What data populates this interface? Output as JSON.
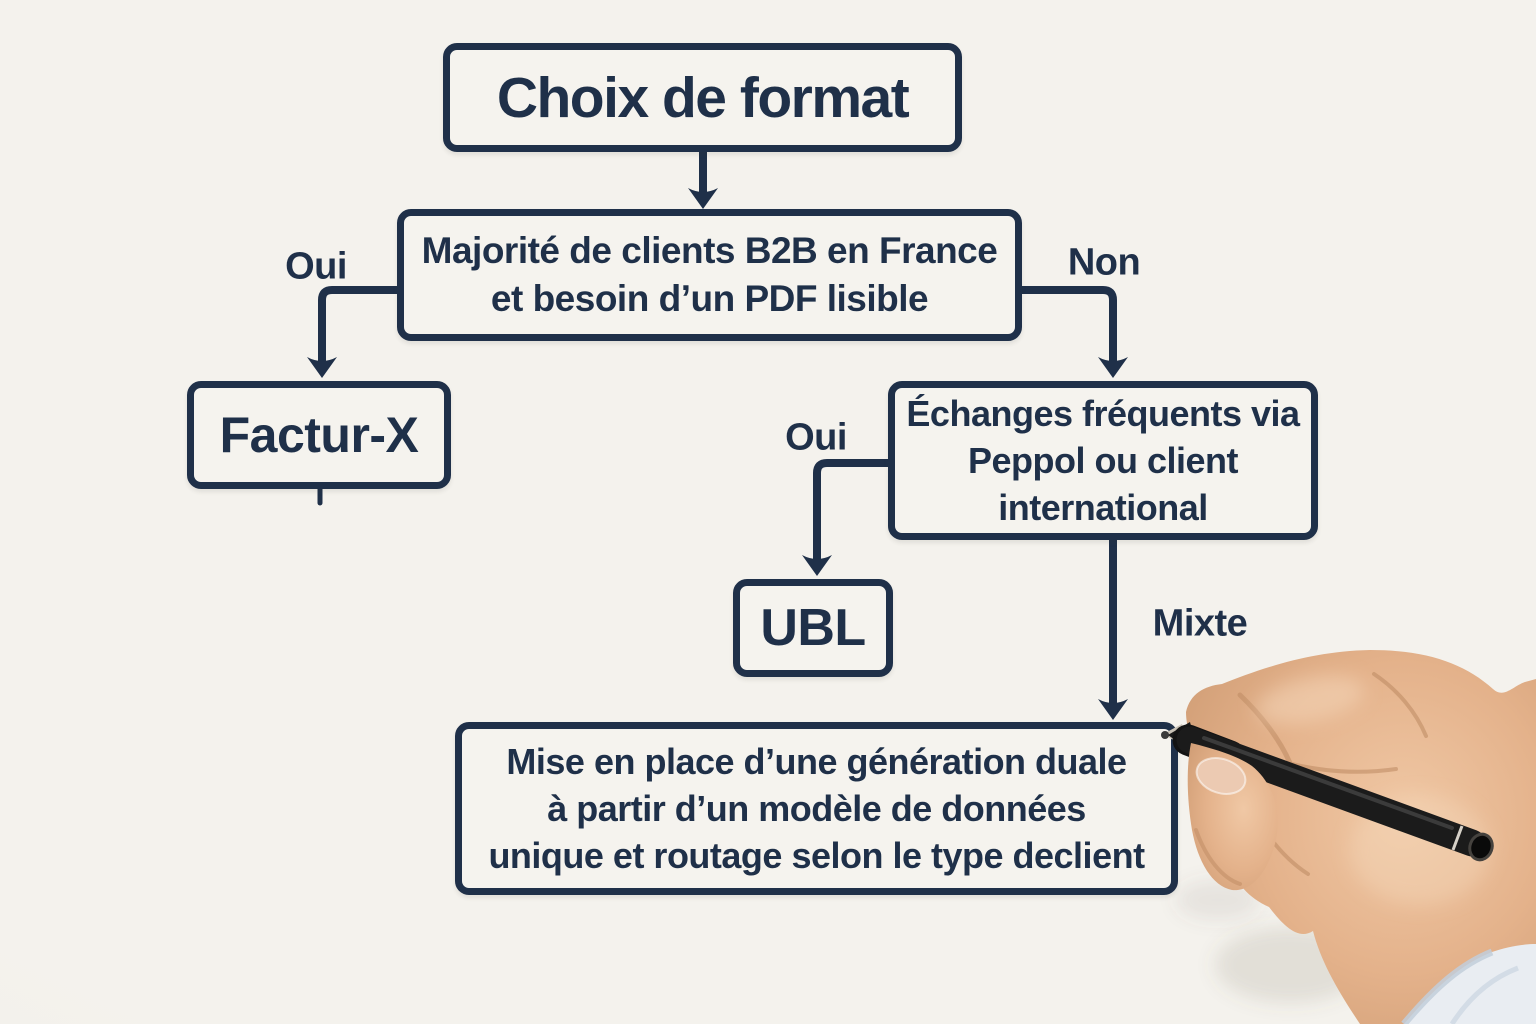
{
  "flowchart": {
    "nodes": {
      "root": {
        "label": "Choix de format"
      },
      "q1": {
        "lines": [
          "Majorité de clients B2B en France",
          "et besoin d’un PDF lisible"
        ]
      },
      "facturx": {
        "label": "Factur-X"
      },
      "q2": {
        "lines": [
          "Échanges fréquents via",
          "Peppol ou client",
          "international"
        ]
      },
      "ubl": {
        "label": "UBL"
      },
      "dual": {
        "lines": [
          "Mise en place d’une génération duale",
          "à partir d’un modèle de données",
          "unique et routage selon le type declient"
        ]
      }
    },
    "edge_labels": {
      "q1_yes": "Oui",
      "q1_no": "Non",
      "q2_yes": "Oui",
      "q2_mixed": "Mixte"
    },
    "colors": {
      "ink": "#1f3049",
      "background": "#f1efe9",
      "box_fill": "#f5f3ee",
      "skin": "#e3b28c",
      "pen": "#1a1a1a",
      "sleeve": "#e9edf2"
    }
  }
}
